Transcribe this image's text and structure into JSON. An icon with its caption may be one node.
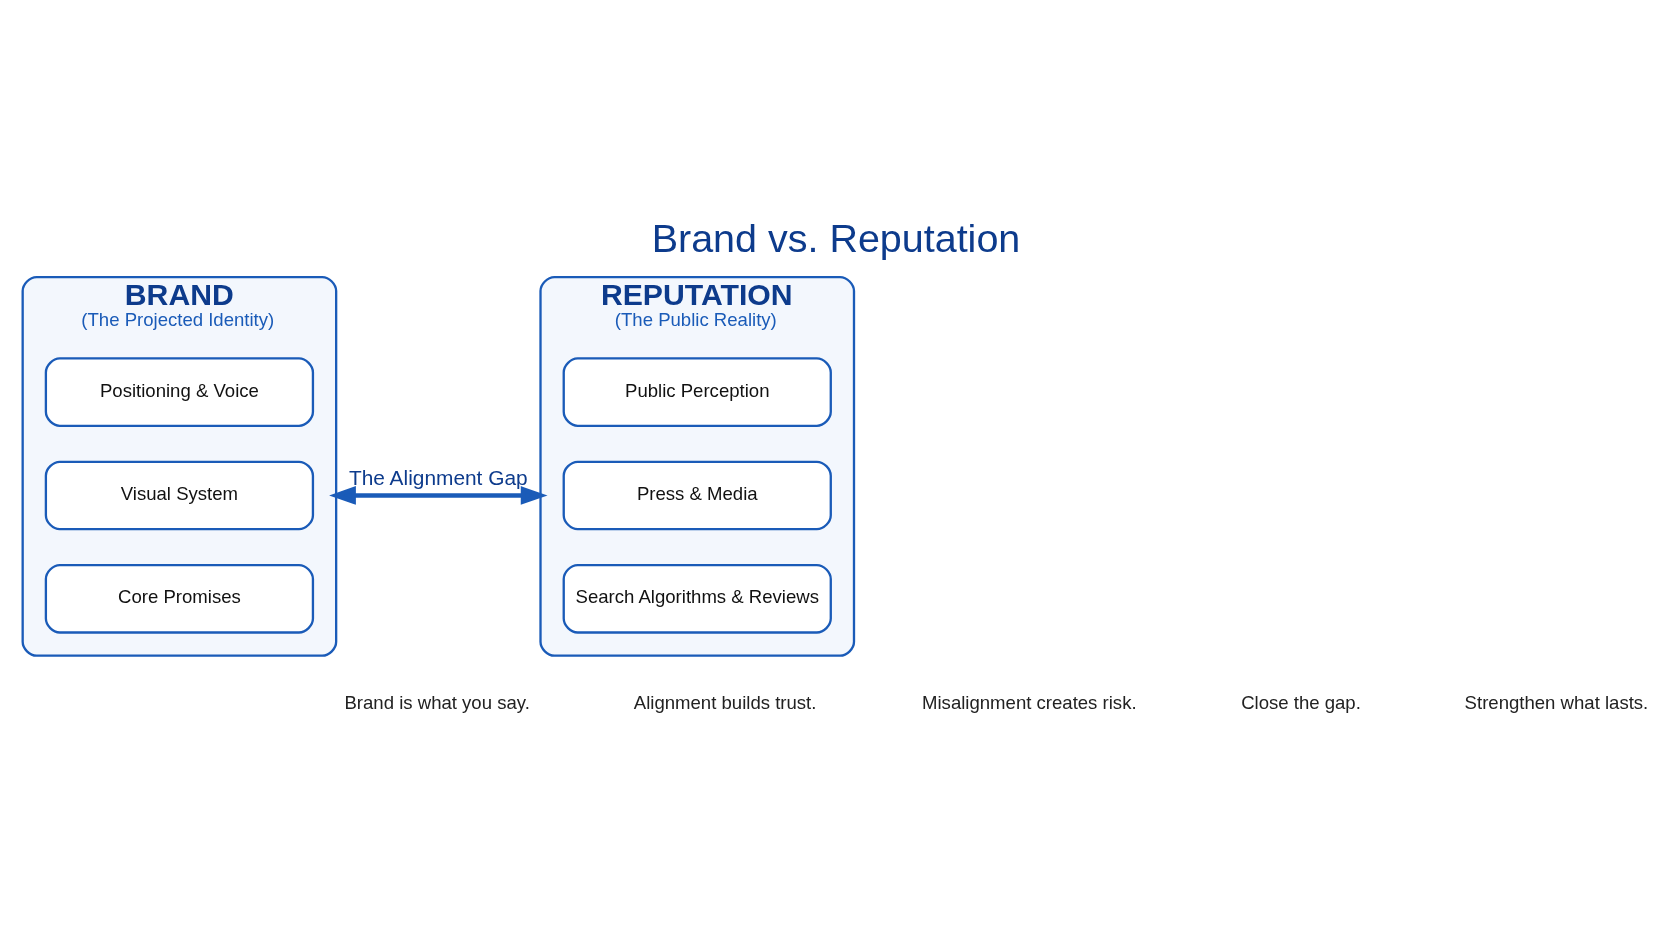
{
  "diagram": {
    "title": "Brand vs. Reputation",
    "nodes": [
      {
        "text": [
          "BRAND",
          "(The Projected Identity)"
        ]
      },
      {
        "text": [
          "Positioning & Voice"
        ],
        "in": 0
      },
      {
        "text": [
          "Visual System"
        ],
        "in": 0
      },
      {
        "text": [
          "Core Promises"
        ],
        "in": 0
      },
      {
        "text": [
          "REPUTATION",
          "(The Public Reality)"
        ]
      },
      {
        "text": [
          "Public Perception"
        ],
        "in": 4
      },
      {
        "text": [
          "Press & Media"
        ],
        "in": 4
      },
      {
        "text": [
          "Search Algorithms & Reviews"
        ],
        "in": 4
      }
    ],
    "edges": [
      {
        "from": 0,
        "to": 4,
        "arrow": "both",
        "label": "The Alignment Gap"
      }
    ],
    "labels": [
      "Brand is what you say.",
      "Alignment builds trust.",
      "Misalignment creates risk.",
      "Close the gap.",
      "Strengthen what lasts."
    ]
  }
}
